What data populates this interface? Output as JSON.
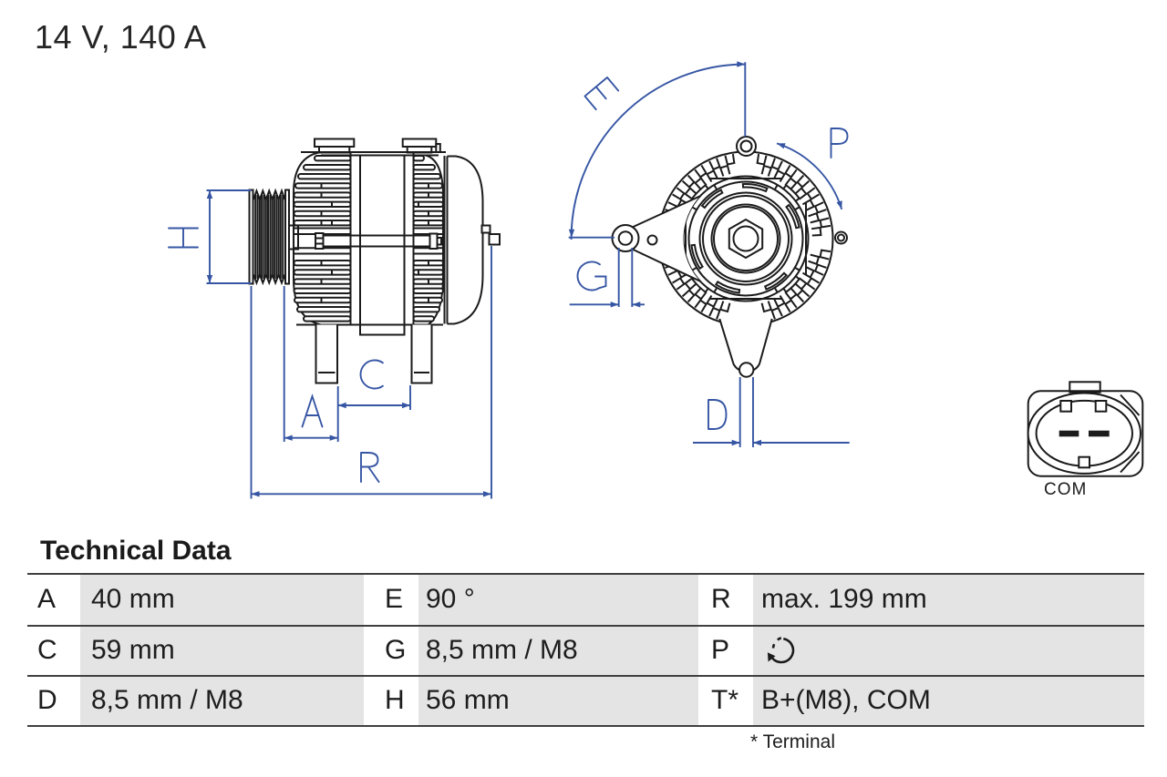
{
  "title": "14 V, 140 A",
  "drawing": {
    "dim_labels": {
      "H": "H",
      "A": "A",
      "C": "C",
      "R": "R",
      "E": "E",
      "G": "G",
      "D": "D",
      "P": "P"
    },
    "connector_label": "COM",
    "accent_blue": "#3656a4",
    "line_color": "#1b1b1b"
  },
  "table": {
    "heading": "Technical Data",
    "rows": [
      [
        {
          "label": "A",
          "value": "40 mm"
        },
        {
          "label": "E",
          "value": "90 °"
        },
        {
          "label": "R",
          "value": "max. 199 mm"
        }
      ],
      [
        {
          "label": "C",
          "value": "59 mm"
        },
        {
          "label": "G",
          "value": "8,5 mm / M8"
        },
        {
          "label": "P",
          "value": "",
          "icon": "rotation-cw-icon"
        }
      ],
      [
        {
          "label": "D",
          "value": "8,5 mm / M8"
        },
        {
          "label": "H",
          "value": "56 mm"
        },
        {
          "label": "T*",
          "value": "B+(M8), COM"
        }
      ]
    ],
    "footnote": "* Terminal",
    "gray": "#e4e4e4"
  }
}
